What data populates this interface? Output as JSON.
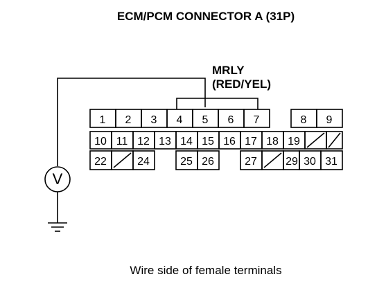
{
  "title": "ECM/PCM CONNECTOR A (31P)",
  "caption": "Wire side of female terminals",
  "wire": {
    "terminal": "MRLY",
    "color": "(RED/YEL)"
  },
  "meter": {
    "symbol": "V"
  },
  "pins": [
    "1",
    "2",
    "3",
    "4",
    "5",
    "6",
    "7",
    "8",
    "9",
    "10",
    "11",
    "12",
    "13",
    "14",
    "15",
    "16",
    "17",
    "18",
    "19",
    "22",
    "24",
    "25",
    "26",
    "27",
    "29",
    "30",
    "31"
  ]
}
